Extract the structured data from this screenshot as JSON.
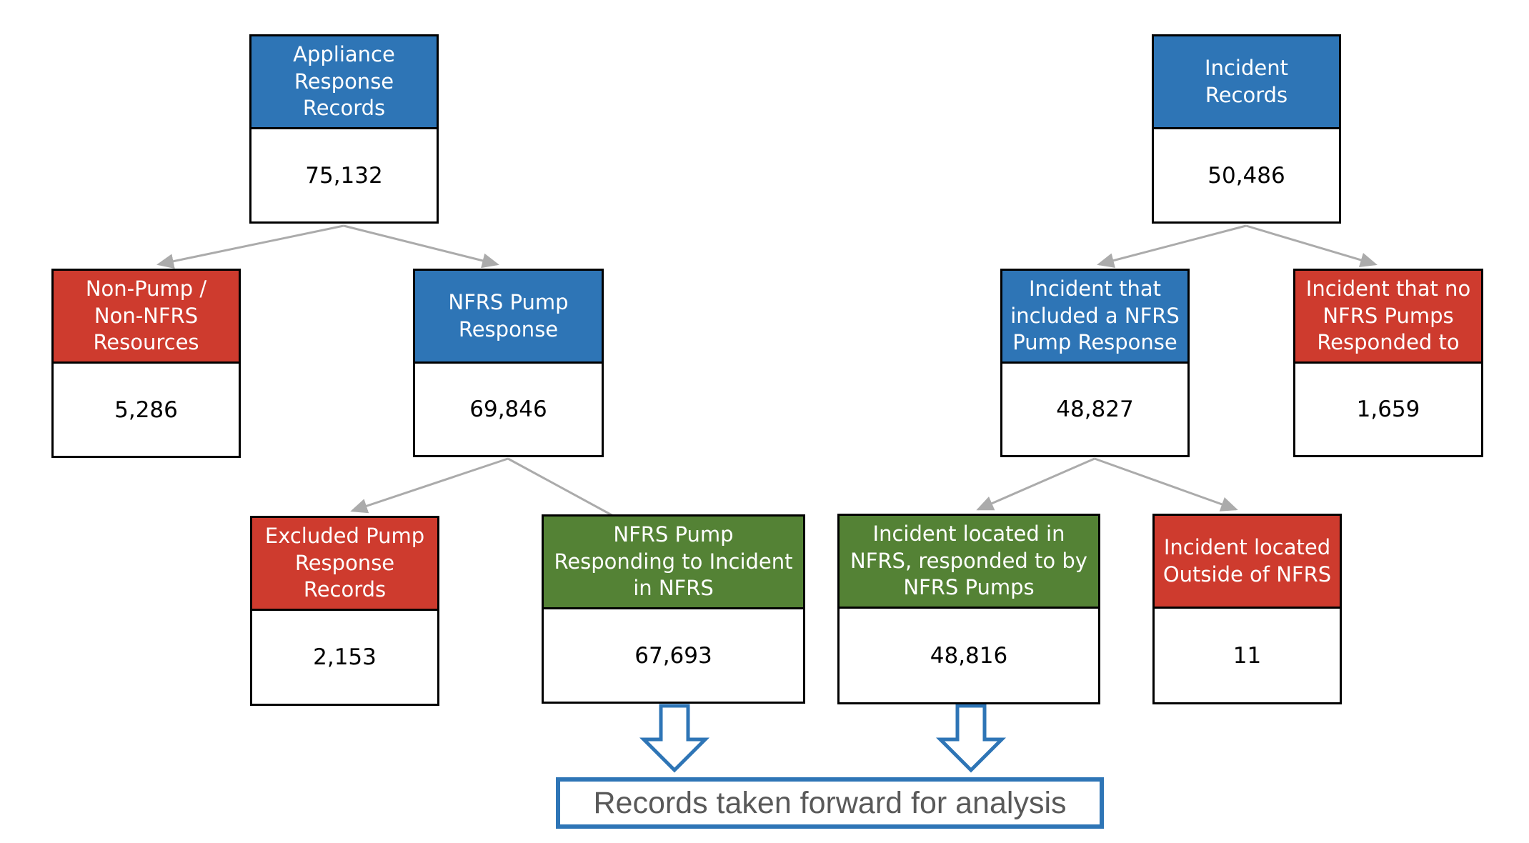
{
  "colors": {
    "blue": "#2E75B6",
    "red": "#CE3B2E",
    "green": "#548235",
    "connector_gray": "#ABABAB",
    "big_arrow_blue": "#2E75B6",
    "result_border_blue": "#2E75B6",
    "result_text_gray": "#595959",
    "node_border_black": "#000000"
  },
  "nodes": [
    {
      "id": "appliance-response-records",
      "label": "Appliance Response Records",
      "value": "75,132",
      "color": "blue"
    },
    {
      "id": "incident-records",
      "label": "Incident Records",
      "value": "50,486",
      "color": "blue"
    },
    {
      "id": "non-pump-non-nfrs-resources",
      "label": "Non-Pump / Non-NFRS Resources",
      "value": "5,286",
      "color": "red"
    },
    {
      "id": "nfrs-pump-response",
      "label": "NFRS Pump Response",
      "value": "69,846",
      "color": "blue"
    },
    {
      "id": "incident-included-nfrs-pump-response",
      "label": "Incident that included a NFRS Pump Response",
      "value": "48,827",
      "color": "blue"
    },
    {
      "id": "incident-no-nfrs-pumps-responded",
      "label": "Incident that no NFRS Pumps Responded to",
      "value": "1,659",
      "color": "red"
    },
    {
      "id": "excluded-pump-response-records",
      "label": "Excluded Pump Response Records",
      "value": "2,153",
      "color": "red"
    },
    {
      "id": "nfrs-pump-responding-to-incident-in-nfrs",
      "label": "NFRS Pump Responding to Incident in NFRS",
      "value": "67,693",
      "color": "green"
    },
    {
      "id": "incident-located-in-nfrs",
      "label": "Incident located in NFRS, responded to by NFRS Pumps",
      "value": "48,816",
      "color": "green"
    },
    {
      "id": "incident-located-outside-nfrs",
      "label": "Incident located Outside of NFRS",
      "value": "11",
      "color": "red"
    }
  ],
  "result_box": {
    "label": "Records taken forward for analysis"
  }
}
